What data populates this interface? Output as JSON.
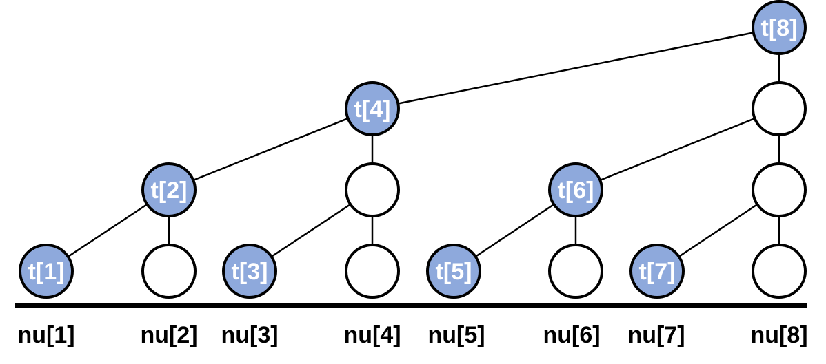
{
  "colors": {
    "filled": "#8ea9dc",
    "empty": "#ffffff",
    "line": "#000000",
    "label": "#ffffff"
  },
  "nodes": [
    {
      "id": "t1",
      "label": "t[1]",
      "filled": true
    },
    {
      "id": "e2",
      "label": "",
      "filled": false
    },
    {
      "id": "t3",
      "label": "t[3]",
      "filled": true
    },
    {
      "id": "e4",
      "label": "",
      "filled": false
    },
    {
      "id": "t5",
      "label": "t[5]",
      "filled": true
    },
    {
      "id": "e6",
      "label": "",
      "filled": false
    },
    {
      "id": "t7",
      "label": "t[7]",
      "filled": true
    },
    {
      "id": "e8",
      "label": "",
      "filled": false
    },
    {
      "id": "t2",
      "label": "t[2]",
      "filled": true
    },
    {
      "id": "e4b",
      "label": "",
      "filled": false
    },
    {
      "id": "t6",
      "label": "t[6]",
      "filled": true
    },
    {
      "id": "e8b",
      "label": "",
      "filled": false
    },
    {
      "id": "t4",
      "label": "t[4]",
      "filled": true
    },
    {
      "id": "e8c",
      "label": "",
      "filled": false
    },
    {
      "id": "t8",
      "label": "t[8]",
      "filled": true
    }
  ],
  "edges": [
    [
      "t1",
      "t2"
    ],
    [
      "e2",
      "t2"
    ],
    [
      "t3",
      "e4b"
    ],
    [
      "e4",
      "e4b"
    ],
    [
      "t5",
      "t6"
    ],
    [
      "e6",
      "t6"
    ],
    [
      "t7",
      "e8b"
    ],
    [
      "e8",
      "e8b"
    ],
    [
      "t2",
      "t4"
    ],
    [
      "e4b",
      "t4"
    ],
    [
      "t6",
      "e8c"
    ],
    [
      "e8b",
      "e8c"
    ],
    [
      "t4",
      "t8"
    ],
    [
      "e8c",
      "t8"
    ]
  ],
  "axis_labels": [
    "nu[1]",
    "nu[2]",
    "nu[3]",
    "nu[4]",
    "nu[5]",
    "nu[6]",
    "nu[7]",
    "nu[8]"
  ]
}
